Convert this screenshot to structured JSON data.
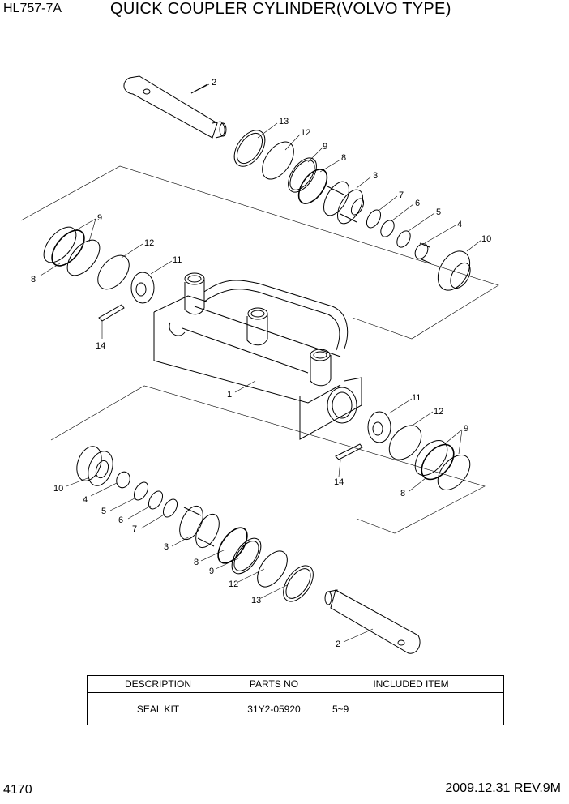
{
  "header": {
    "model": "HL757-7A",
    "title": "QUICK COUPLER CYLINDER(VOLVO TYPE)"
  },
  "callouts": {
    "top_2": "2",
    "top_13": "13",
    "top_12": "12",
    "top_9": "9",
    "top_8": "8",
    "top_3": "3",
    "top_7": "7",
    "top_6": "6",
    "top_5": "5",
    "top_4": "4",
    "top_10": "10",
    "left_9": "9",
    "left_8": "8",
    "left_12": "12",
    "left_11": "11",
    "left_14": "14",
    "body_1": "1",
    "right_11": "11",
    "right_12": "12",
    "right_9": "9",
    "right_8": "8",
    "right_14": "14",
    "bot_10": "10",
    "bot_4": "4",
    "bot_5": "5",
    "bot_6": "6",
    "bot_7": "7",
    "bot_3": "3",
    "bot_8": "8",
    "bot_9": "9",
    "bot_12": "12",
    "bot_13": "13",
    "bot_2": "2"
  },
  "kit_table": {
    "headers": [
      "DESCRIPTION",
      "PARTS NO",
      "INCLUDED ITEM"
    ],
    "rows": [
      {
        "description": "SEAL KIT",
        "parts_no": "31Y2-05920",
        "included": "5~9"
      }
    ]
  },
  "footer": {
    "page": "4170",
    "date_rev": "2009.12.31  REV.9M"
  }
}
